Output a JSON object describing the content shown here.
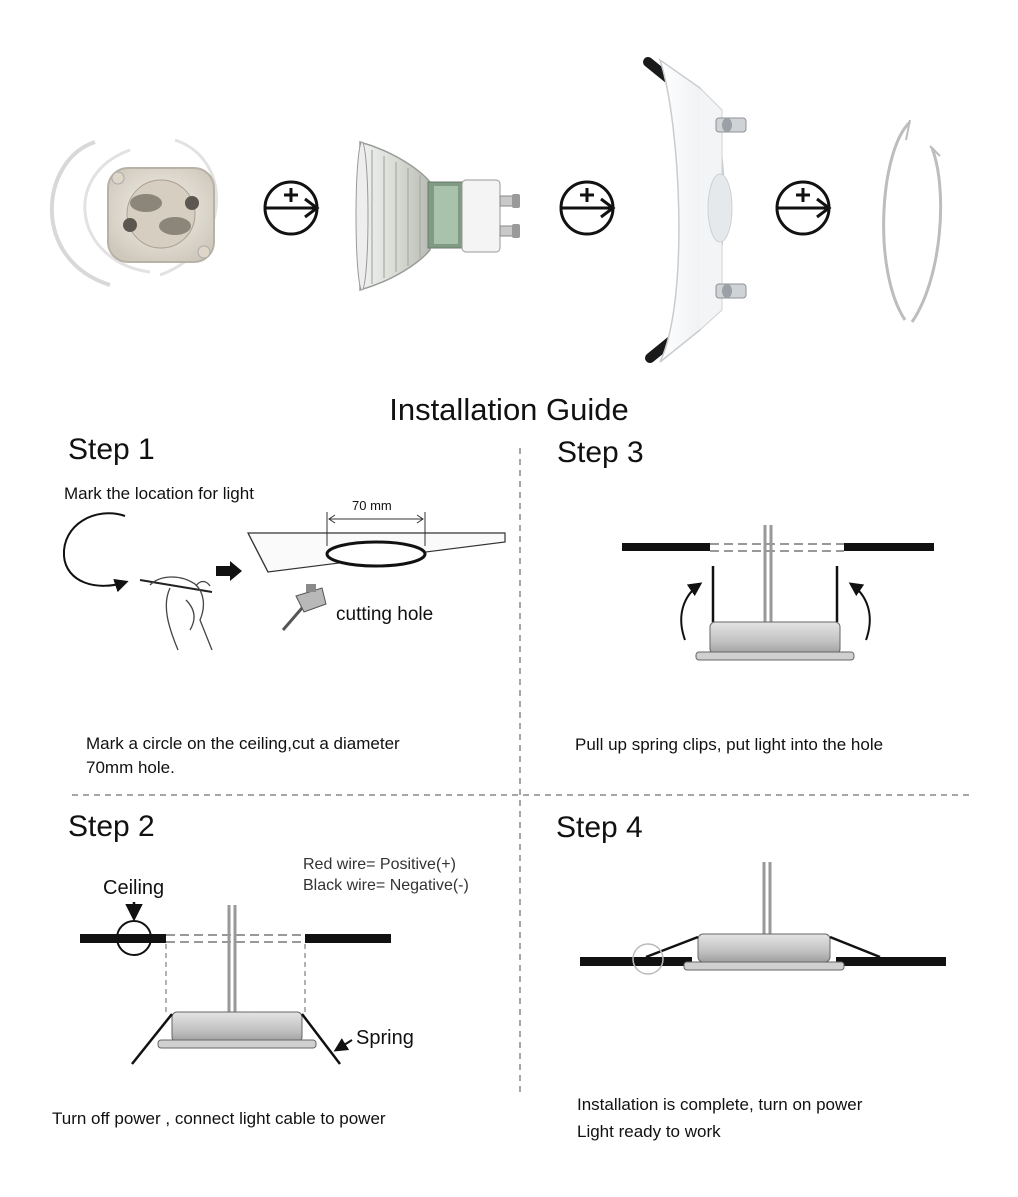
{
  "title": "Installation Guide",
  "steps": {
    "s1": {
      "heading": "Step 1",
      "mark_label": "Mark the location for light",
      "dimension": "70 mm",
      "cut_label": "cutting hole",
      "caption_line1": "Mark a circle on the ceiling,cut a diameter",
      "caption_line2": "70mm hole."
    },
    "s2": {
      "heading": "Step 2",
      "ceiling_label": "Ceiling",
      "red_wire": "Red wire= Positive(+)",
      "black_wire": "Black wire= Negative(-)",
      "spring_label": "Spring",
      "caption": "Turn off power , connect light cable to power"
    },
    "s3": {
      "heading": "Step 3",
      "caption": "Pull up spring clips, put light into the hole"
    },
    "s4": {
      "heading": "Step 4",
      "caption_line1": "Installation is complete, turn on power",
      "caption_line2": "Light ready to work"
    }
  },
  "components": [
    "gu10-socket",
    "gu10-bulb",
    "downlight-housing",
    "retaining-ring"
  ],
  "colors": {
    "ink": "#111111",
    "metal": "#c8c8c8",
    "divider": "#888888"
  }
}
